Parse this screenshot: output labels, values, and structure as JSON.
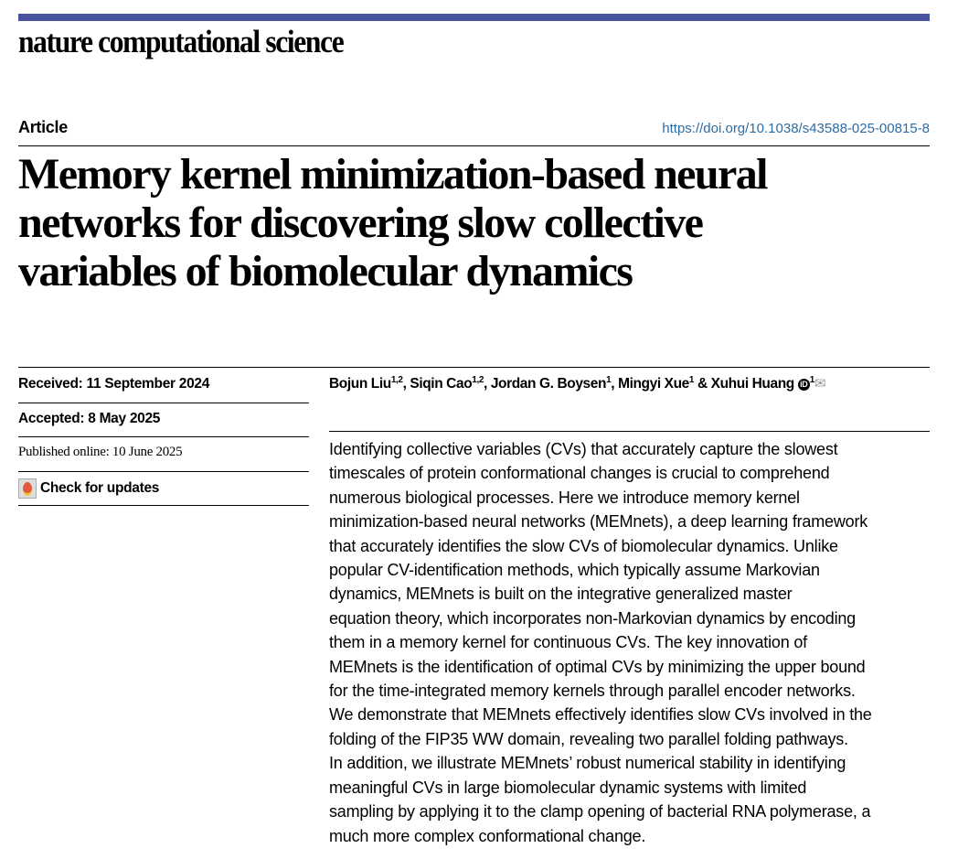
{
  "journal": "nature computational science",
  "article_type": "Article",
  "doi": "https://doi.org/10.1038/s43588-025-00815-8",
  "title_lines": [
    "Memory kernel minimization-based neural",
    "networks for discovering slow collective",
    "variables of biomolecular dynamics"
  ],
  "received": "Received: 11 September 2024",
  "accepted": "Accepted: 8 May 2025",
  "published": "Published online: 10 June 2025",
  "check_updates": "Check for updates",
  "authors": [
    {
      "name": "Bojun Liu",
      "aff": "1,2",
      "sep": ", "
    },
    {
      "name": "Siqin Cao",
      "aff": "1,2",
      "sep": ", "
    },
    {
      "name": "Jordan G. Boysen",
      "aff": "1",
      "sep": ", "
    },
    {
      "name": "Mingyi Xue",
      "aff": "1",
      "sep": " & "
    },
    {
      "name": "Xuhui Huang",
      "aff": "1",
      "sep": ""
    }
  ],
  "abstract_lines": [
    "Identifying collective variables (CVs) that accurately capture the slowest",
    "timescales of protein conformational changes is crucial to comprehend",
    "numerous biological processes. Here we introduce memory kernel",
    "minimization-based neural networks (MEMnets), a deep learning framework",
    "that accurately identifies the slow CVs of biomolecular dynamics. Unlike",
    "popular CV-identification methods, which typically assume Markovian",
    "dynamics, MEMnets is built on the integrative generalized master",
    "equation theory, which incorporates non-Markovian dynamics by encoding",
    "them in a memory kernel for continuous CVs. The key innovation of",
    "MEMnets is the identification of optimal CVs by minimizing the upper bound",
    "for the time-integrated memory kernels through parallel encoder networks.",
    "We demonstrate that MEMnets effectively identifies slow CVs involved in the",
    "folding of the FIP35 WW domain, revealing two parallel folding pathways.",
    "In addition, we illustrate MEMnets’ robust numerical stability in identifying",
    "meaningful CVs in large biomolecular dynamic systems with limited",
    "sampling by applying it to the clamp opening of bacterial RNA polymerase, a",
    "much more complex conformational change."
  ]
}
